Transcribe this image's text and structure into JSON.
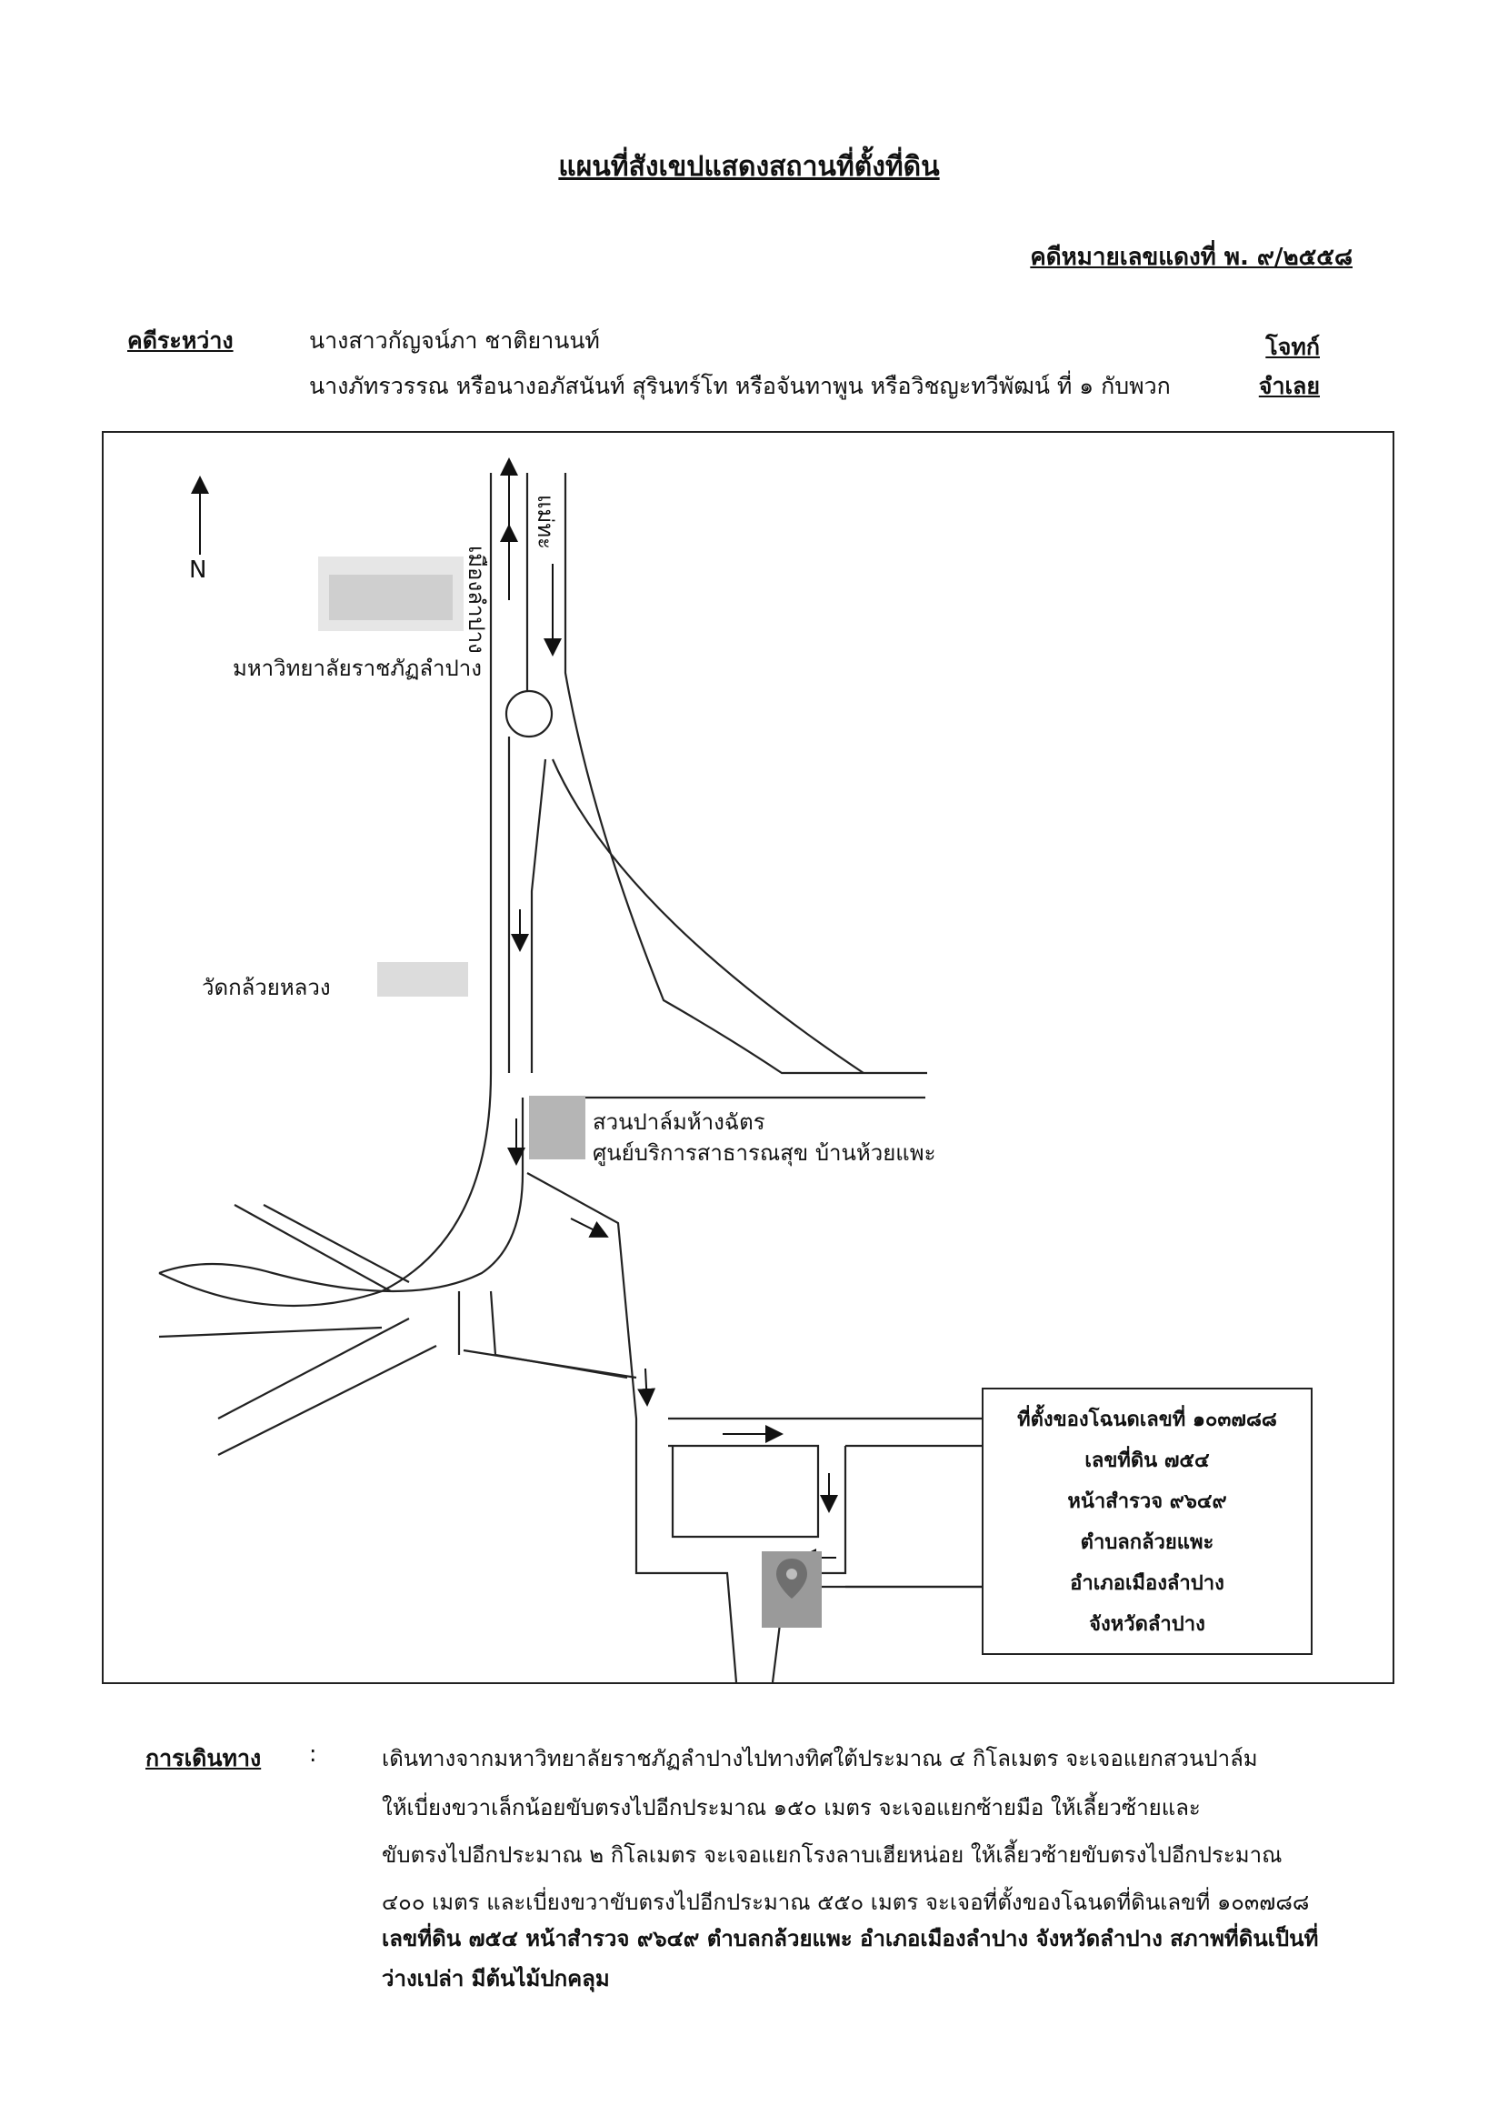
{
  "document": {
    "title": "แผนที่สังเขปแสดงสถานที่ตั้งที่ดิน",
    "case_number": "คดีหมายเลขแดงที่  พ. ๙/๒๕๕๘"
  },
  "parties": {
    "label": "คดีระหว่าง",
    "plaintiff_name": "นางสาวกัญจน์ภา  ชาติยานนท์",
    "plaintiff_role": "โจทก์",
    "defendant_name": "นางภัทรวรรณ หรือนางอภัสนันท์ สุรินทร์โท หรือจันทาพูน หรือวิชญะทวีพัฒน์ ที่ ๑ กับพวก",
    "defendant_role": "จำเลย"
  },
  "map": {
    "north_label": "N",
    "road_label_left": "เมืองลำปาง",
    "road_label_right": "แม่ทะ",
    "landmarks": {
      "university": "มหาวิทยาลัยราชภัฏลำปาง",
      "temple": "วัดกล้วยหลวง",
      "palm_garden": "สวนปาล์มห้างฉัตร",
      "health_center": "ศูนย์บริการสาธารณสุข บ้านห้วยแพะ"
    },
    "icons": [
      "building-icon",
      "temple-icon",
      "location-pin-icon"
    ],
    "colors": {
      "line": "#222222",
      "icon_gray": "#9a9a9a"
    }
  },
  "location_box": {
    "lines": [
      "ที่ตั้งของโฉนดเลขที่ ๑๐๓๗๘๘",
      "เลขที่ดิน ๗๕๔",
      "หน้าสำรวจ ๙๖๔๙",
      "ตำบลกล้วยแพะ",
      "อำเภอเมืองลำปาง",
      "จังหวัดลำปาง"
    ]
  },
  "directions": {
    "label": "การเดินทาง",
    "colon": ":",
    "lines": [
      "เดินทางจากมหาวิทยาลัยราชภัฏลำปางไปทางทิศใต้ประมาณ ๔ กิโลเมตร จะเจอแยกสวนปาล์ม",
      "ให้เบี่ยงขวาเล็กน้อยขับตรงไปอีกประมาณ ๑๕๐ เมตร จะเจอแยกซ้ายมือ ให้เลี้ยวซ้ายและ",
      "ขับตรงไปอีกประมาณ ๒ กิโลเมตร จะเจอแยกโรงลาบเฮียหน่อย ให้เลี้ยวซ้ายขับตรงไปอีกประมาณ",
      "๔๐๐ เมตร และเบี่ยงขวาขับตรงไปอีกประมาณ ๕๕๐ เมตร จะเจอที่ตั้งของโฉนดที่ดินเลขที่ ๑๐๓๗๘๘",
      "เลขที่ดิน ๗๕๔  หน้าสำรวจ ๙๖๔๙  ตำบลกล้วยแพะ  อำเภอเมืองลำปาง   จังหวัดลำปาง  สภาพที่ดินเป็นที่",
      "ว่างเปล่า มีต้นไม้ปกคลุม"
    ]
  }
}
